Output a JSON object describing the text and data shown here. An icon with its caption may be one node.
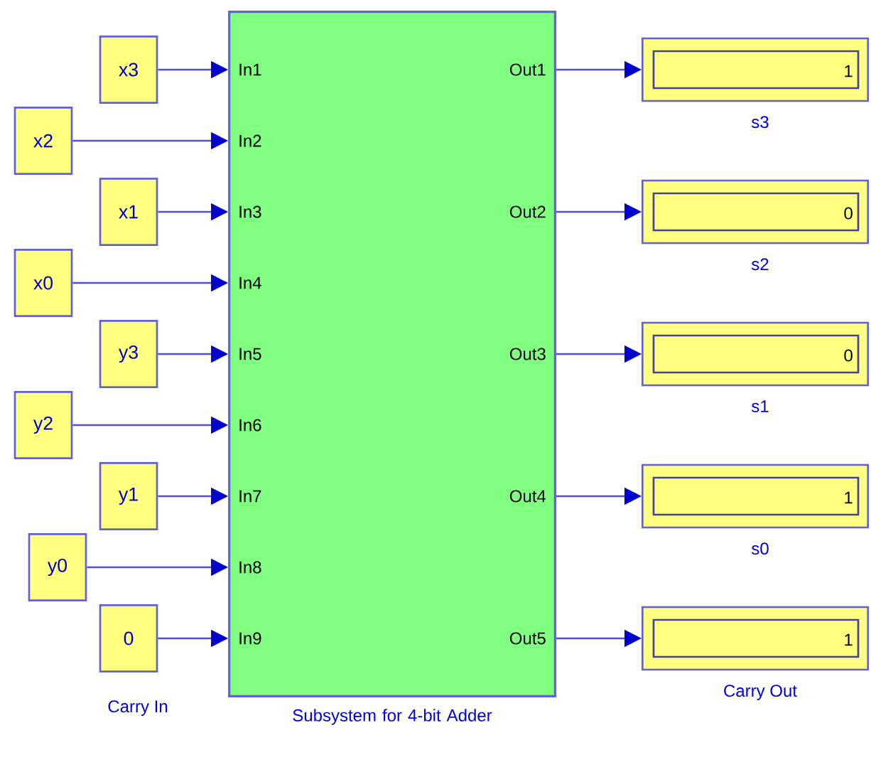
{
  "diagram": {
    "nodes": [
      {
        "text": [
          "In1",
          "In2",
          "In3",
          "In4",
          "In5",
          "In6",
          "In7",
          "In8",
          "In9",
          "Out1",
          "Out2",
          "Out3",
          "Out4",
          "Out5"
        ],
        "beside": [
          "Subsystem for 4-bit Adder"
        ]
      },
      {
        "text": [
          "x3"
        ]
      },
      {
        "text": [
          "x2"
        ]
      },
      {
        "text": [
          "x1"
        ]
      },
      {
        "text": [
          "x0"
        ]
      },
      {
        "text": [
          "y3"
        ]
      },
      {
        "text": [
          "y2"
        ]
      },
      {
        "text": [
          "y1"
        ]
      },
      {
        "text": [
          "y0"
        ]
      },
      {
        "text": [
          "0"
        ],
        "beside": [
          "Carry In"
        ]
      },
      {
        "text": [
          "1"
        ],
        "beside": [
          "s3"
        ]
      },
      {
        "text": [
          "0"
        ],
        "beside": [
          "s2"
        ]
      },
      {
        "text": [
          "0"
        ],
        "beside": [
          "s1"
        ]
      },
      {
        "text": [
          "1"
        ],
        "beside": [
          "s0"
        ]
      },
      {
        "text": [
          "1"
        ],
        "beside": [
          "Carry Out"
        ]
      }
    ],
    "edges": [
      {
        "from": 1,
        "to": 0,
        "arrow": "to"
      },
      {
        "from": 2,
        "to": 0,
        "arrow": "to"
      },
      {
        "from": 3,
        "to": 0,
        "arrow": "to"
      },
      {
        "from": 4,
        "to": 0,
        "arrow": "to"
      },
      {
        "from": 5,
        "to": 0,
        "arrow": "to"
      },
      {
        "from": 6,
        "to": 0,
        "arrow": "to"
      },
      {
        "from": 7,
        "to": 0,
        "arrow": "to"
      },
      {
        "from": 8,
        "to": 0,
        "arrow": "to"
      },
      {
        "from": 9,
        "to": 0,
        "arrow": "to"
      },
      {
        "from": 0,
        "to": 10,
        "arrow": "to"
      },
      {
        "from": 0,
        "to": 11,
        "arrow": "to"
      },
      {
        "from": 0,
        "to": 12,
        "arrow": "to"
      },
      {
        "from": 0,
        "to": 13,
        "arrow": "to"
      },
      {
        "from": 0,
        "to": 14,
        "arrow": "to"
      }
    ]
  }
}
